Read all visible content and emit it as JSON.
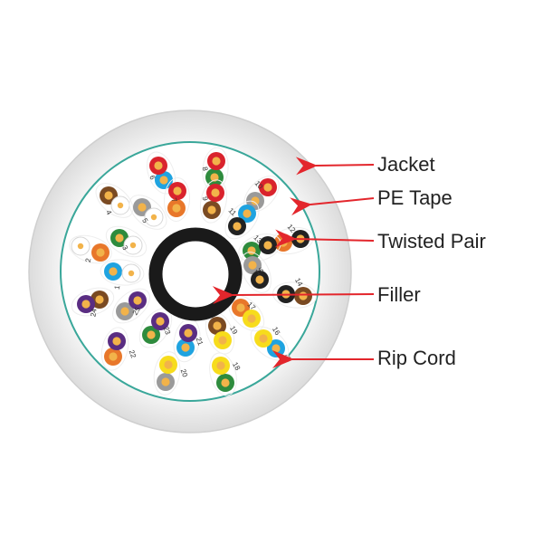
{
  "colors": {
    "jacket": "#e9e9e9",
    "jacket_edge": "#cfcfcf",
    "pe_tape": "#3aa79a",
    "core_fill": "#ffffff",
    "filler": "#1a1a1a",
    "arrow": "#e3262c",
    "text": "#222222",
    "copper": "#f2b34a",
    "blue": "#1fa3e0",
    "orange": "#e8772a",
    "green": "#2e8b3d",
    "brown": "#7a4a22",
    "slate": "#9a9a9a",
    "red": "#d9232d",
    "black": "#222222",
    "yellow": "#f7dc1c",
    "violet": "#5a2d82"
  },
  "callouts": [
    {
      "id": "jacket",
      "label": "Jacket"
    },
    {
      "id": "pe-tape",
      "label": "PE Tape"
    },
    {
      "id": "twisted-pair",
      "label": "Twisted Pair"
    },
    {
      "id": "filler",
      "label": "Filler"
    },
    {
      "id": "rip-cord",
      "label": "Rip Cord"
    }
  ],
  "pairs": [
    {
      "number": "1",
      "color_a": "white",
      "color_b": "blue"
    },
    {
      "number": "2",
      "color_a": "white",
      "color_b": "orange"
    },
    {
      "number": "3",
      "color_a": "white",
      "color_b": "green"
    },
    {
      "number": "4",
      "color_a": "white",
      "color_b": "brown"
    },
    {
      "number": "5",
      "color_a": "white",
      "color_b": "slate"
    },
    {
      "number": "6",
      "color_a": "red",
      "color_b": "blue"
    },
    {
      "number": "7",
      "color_a": "red",
      "color_b": "orange"
    },
    {
      "number": "8",
      "color_a": "red",
      "color_b": "green"
    },
    {
      "number": "9",
      "color_a": "red",
      "color_b": "brown"
    },
    {
      "number": "10",
      "color_a": "red",
      "color_b": "slate"
    },
    {
      "number": "11",
      "color_a": "black",
      "color_b": "blue"
    },
    {
      "number": "12",
      "color_a": "black",
      "color_b": "orange"
    },
    {
      "number": "13",
      "color_a": "black",
      "color_b": "green"
    },
    {
      "number": "14",
      "color_a": "black",
      "color_b": "brown"
    },
    {
      "number": "15",
      "color_a": "black",
      "color_b": "slate"
    },
    {
      "number": "16",
      "color_a": "yellow",
      "color_b": "blue"
    },
    {
      "number": "17",
      "color_a": "yellow",
      "color_b": "orange"
    },
    {
      "number": "18",
      "color_a": "yellow",
      "color_b": "green"
    },
    {
      "number": "19",
      "color_a": "yellow",
      "color_b": "brown"
    },
    {
      "number": "20",
      "color_a": "yellow",
      "color_b": "slate"
    },
    {
      "number": "21",
      "color_a": "violet",
      "color_b": "blue"
    },
    {
      "number": "22",
      "color_a": "violet",
      "color_b": "orange"
    },
    {
      "number": "23",
      "color_a": "violet",
      "color_b": "green"
    },
    {
      "number": "24",
      "color_a": "violet",
      "color_b": "brown"
    },
    {
      "number": "25",
      "color_a": "violet",
      "color_b": "slate"
    }
  ]
}
